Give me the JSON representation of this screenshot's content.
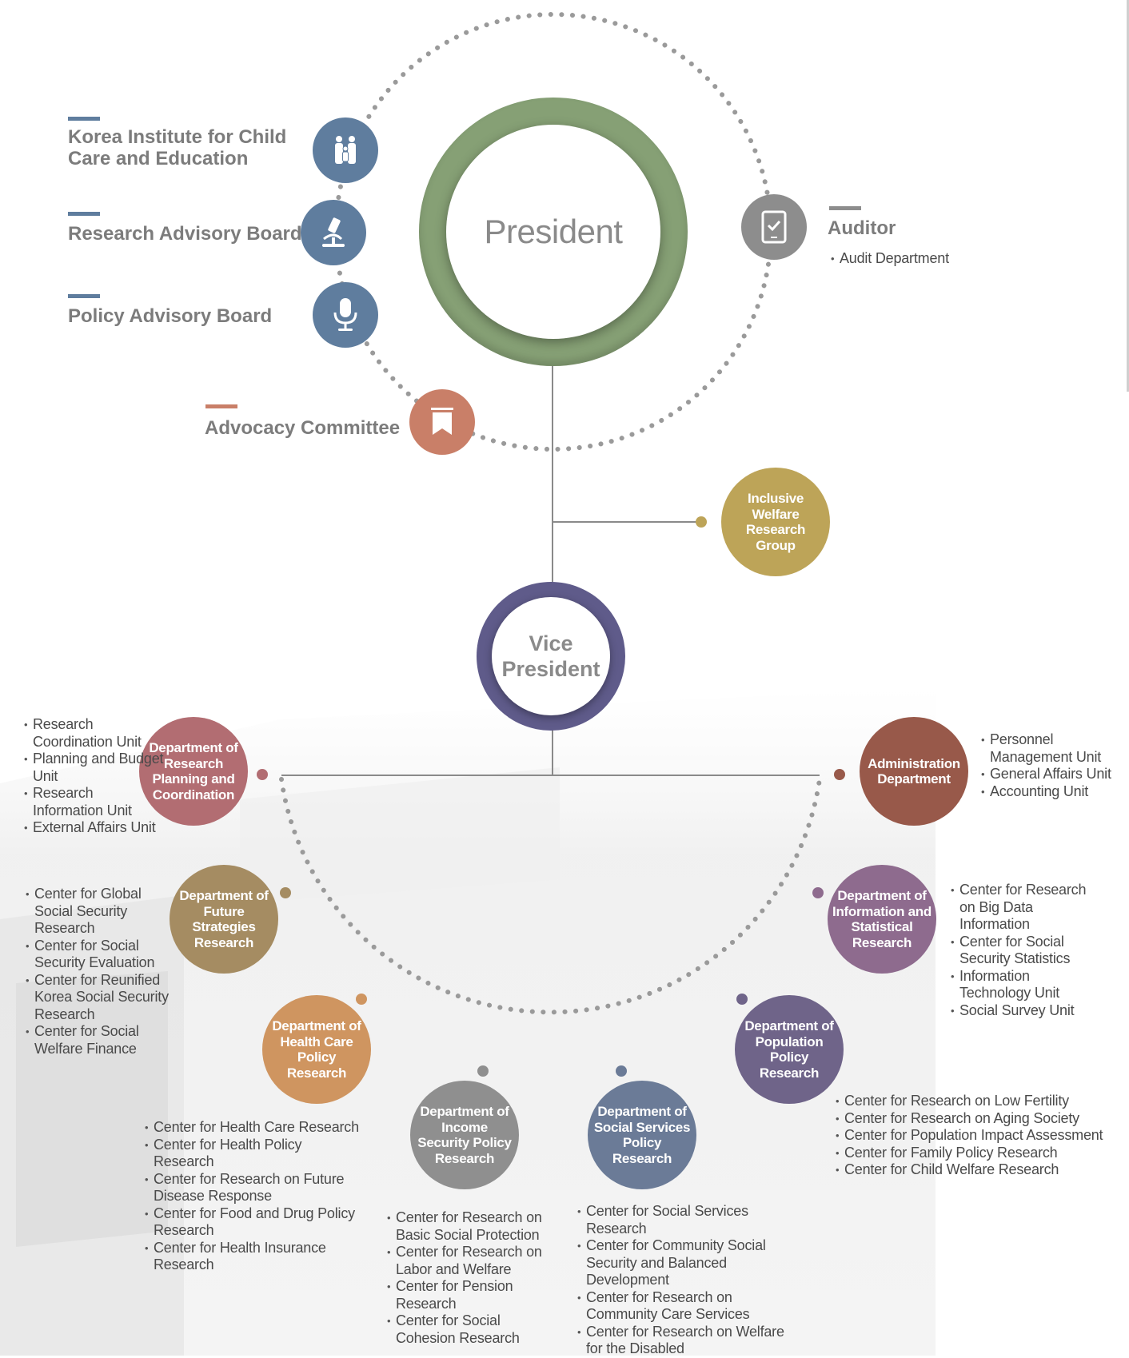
{
  "president": {
    "label": "President"
  },
  "vice_president": {
    "line1": "Vice",
    "line2": "President"
  },
  "side_bodies": [
    {
      "id": "kice",
      "line1": "Korea Institute for Child",
      "line2": "Care and Education",
      "icon": "family-icon"
    },
    {
      "id": "rab",
      "line1": "Research Advisory Board",
      "icon": "microscope-icon"
    },
    {
      "id": "pab",
      "line1": "Policy Advisory Board",
      "icon": "microphone-icon"
    },
    {
      "id": "advocacy",
      "line1": "Advocacy Committee",
      "icon": "bookmark-icon"
    }
  ],
  "auditor": {
    "title": "Auditor",
    "items": [
      "Audit Department"
    ],
    "icon": "tablet-check-icon"
  },
  "inclusive": {
    "label": "Inclusive Welfare Research Group"
  },
  "departments": {
    "planning": {
      "name": "Department of Research Planning and Coordination",
      "color": "#b26d72",
      "items": [
        "Research Coordination Unit",
        "Planning and Budget Unit",
        "Research Information Unit",
        "External Affairs Unit"
      ]
    },
    "admin": {
      "name": "Administration Department",
      "color": "#98594a",
      "items": [
        "Personnel Management Unit",
        "General Affairs Unit",
        "Accounting Unit"
      ]
    },
    "future": {
      "name": "Department of Future Strategies Research",
      "color": "#a58c62",
      "items": [
        "Center for Global Social Security Research",
        "Center for Social Security Evaluation",
        "Center for Reunified Korea Social Security Research",
        "Center for Social Welfare Finance"
      ]
    },
    "info": {
      "name": "Department of Information and Statistical Research",
      "color": "#8e6b8e",
      "items": [
        "Center for Research on Big Data Information",
        "Center for Social Security Statistics",
        "Information Technology Unit",
        "Social Survey Unit"
      ]
    },
    "health": {
      "name": "Department of Health Care Policy Research",
      "color": "#cf9560",
      "items": [
        "Center for Health Care Research",
        "Center for Health Policy Research",
        "Center for Research on Future Disease Response",
        "Center for Food and Drug Policy Research",
        "Center for Health Insurance Research"
      ]
    },
    "population": {
      "name": "Department of Population Policy Research",
      "color": "#6f6489",
      "items": [
        "Center for Research on Low Fertility",
        "Center for Research on Aging Society",
        "Center for Population Impact Assessment",
        "Center for Family Policy Research",
        "Center for Child Welfare Research"
      ]
    },
    "income": {
      "name": "Department of Income Security Policy Research",
      "color": "#8f8f8f",
      "items": [
        "Center for Research on Basic Social Protection",
        "Center for Research on Labor and Welfare",
        "Center for Pension Research",
        "Center for Social Cohesion Research"
      ]
    },
    "social": {
      "name": "Department of Social Services Policy Research",
      "color": "#6b7b97",
      "items": [
        "Center for Social Services Research",
        "Center for Community Social Security and Balanced Development",
        "Center for Research on Community Care Services",
        "Center for Research on Welfare for the Disabled"
      ]
    }
  },
  "colors": {
    "president_ring": "#86a075",
    "vp_ring": "#5f5b8a",
    "blue_icon": "#5f7d9e",
    "advocacy": "#c97f68",
    "auditor_icon": "#8d8d8d",
    "inclusive": "#bda458",
    "dots": "#999999"
  }
}
